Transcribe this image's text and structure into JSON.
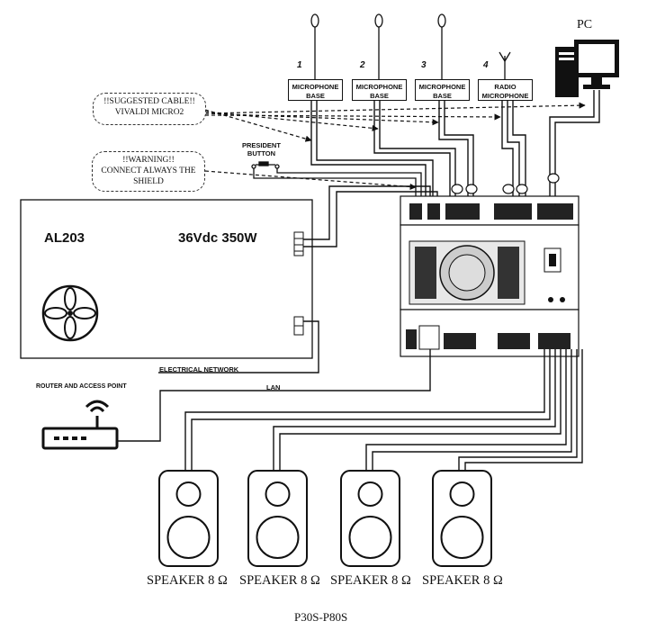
{
  "microphones": [
    {
      "number": "1",
      "label_line1": "MICROPHONE",
      "label_line2": "BASE",
      "icon": "microphone-icon"
    },
    {
      "number": "2",
      "label_line1": "MICROPHONE",
      "label_line2": "BASE",
      "icon": "microphone-icon"
    },
    {
      "number": "3",
      "label_line1": "MICROPHONE",
      "label_line2": "BASE",
      "icon": "microphone-icon"
    },
    {
      "number": "4",
      "label_line1": "RADIO",
      "label_line2": "MICROPHONE",
      "icon": "antenna-icon"
    }
  ],
  "pc": {
    "label": "PC",
    "icon": "desktop-computer-icon"
  },
  "notes": {
    "suggested_cable_line1": "!!SUGGESTED CABLE!!",
    "suggested_cable_line2": "VIVALDI MICRO2",
    "warning_line1": "!!WARNING!!",
    "warning_line2": "CONNECT ALWAYS THE",
    "warning_line3": "SHIELD"
  },
  "president_button": {
    "line1": "PRESIDENT",
    "line2": "BUTTON"
  },
  "power_supply": {
    "model": "AL203",
    "rating": "36Vdc 350W",
    "fan_icon": "fan-icon"
  },
  "network": {
    "electrical": "ELECTRICAL NETWORK",
    "lan": "LAN"
  },
  "router": {
    "label": "ROUTER AND ACCESS POINT",
    "icon": "wifi-router-icon"
  },
  "speakers": [
    {
      "label": "SPEAKER 8 Ω"
    },
    {
      "label": "SPEAKER 8 Ω"
    },
    {
      "label": "SPEAKER 8 Ω"
    },
    {
      "label": "SPEAKER 8 Ω"
    }
  ],
  "footer": {
    "model": "P30S-P80S"
  }
}
